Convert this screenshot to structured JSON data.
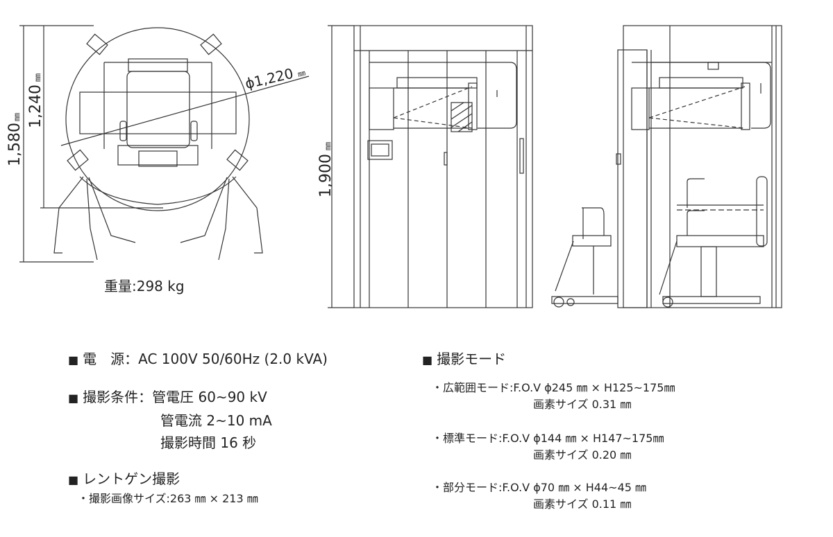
{
  "dims": {
    "top_dim": "1,580",
    "inner_dim": "1,240",
    "diameter": "ϕ1,220",
    "height_dim": "1,900",
    "unit": "㎜"
  },
  "weight": "重量:298 kg",
  "power": {
    "label": "電　源",
    "value": "AC 100V  50/60Hz (2.0 kVA)"
  },
  "conditions": {
    "label": "撮影条件",
    "lines": [
      "管電圧 60~90 kV",
      "管電流 2~10 mA",
      "撮影時間 16 秒"
    ]
  },
  "xray": {
    "label": "レントゲン撮影",
    "size": "・撮影画像サイズ:263 ㎜ × 213 ㎜"
  },
  "modes": {
    "label": "撮影モード",
    "items": [
      {
        "name": "・広範囲モード",
        "fov": "F.O.V ϕ245 ㎜ × H125~175㎜",
        "pixel": "画素サイズ  0.31 ㎜"
      },
      {
        "name": "・標準モード",
        "fov": "F.O.V ϕ144 ㎜ × H147~175㎜",
        "pixel": "画素サイズ  0.20 ㎜"
      },
      {
        "name": "・部分モード",
        "fov": "F.O.V ϕ70 ㎜ × H44~45 ㎜",
        "pixel": "画素サイズ  0.11 ㎜"
      }
    ]
  }
}
